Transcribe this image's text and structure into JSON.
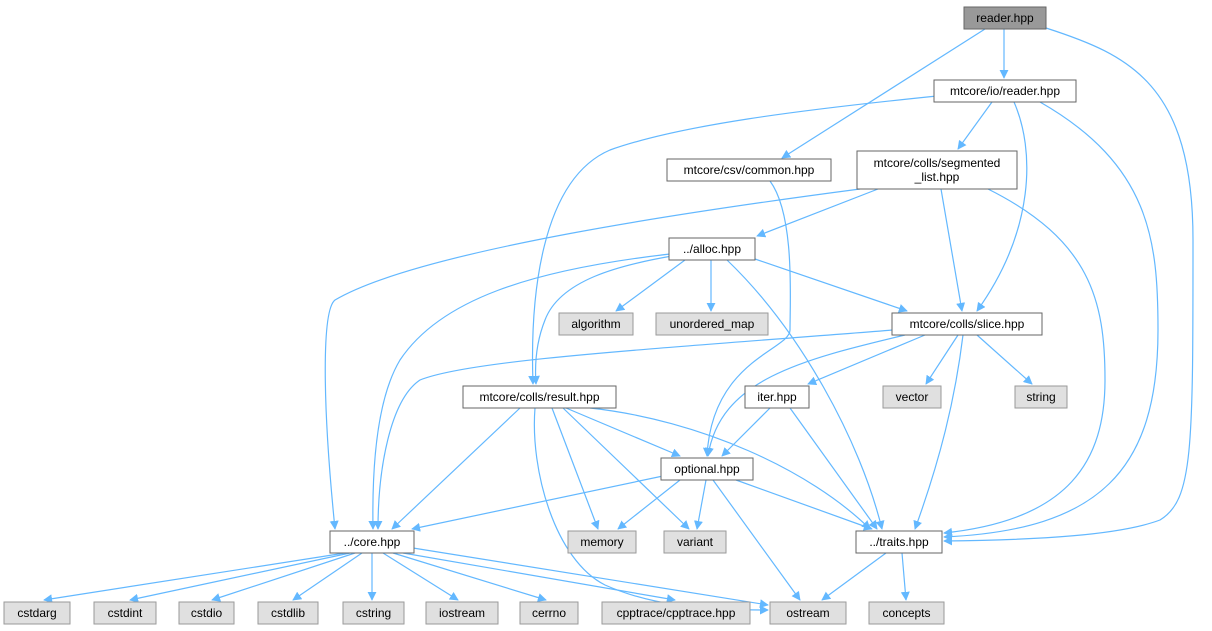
{
  "diagram": {
    "colors": {
      "edge": "#63b8ff",
      "root_fill": "#999999",
      "root_border": "#666666",
      "local_fill": "#ffffff",
      "local_border": "#666666",
      "system_fill": "#e0e0e0",
      "system_border": "#999999"
    },
    "nodes": [
      {
        "id": "reader",
        "label": "reader.hpp",
        "kind": "root"
      },
      {
        "id": "io_reader",
        "label": "mtcore/io/reader.hpp",
        "kind": "local"
      },
      {
        "id": "csv_common",
        "label": "mtcore/csv/common.hpp",
        "kind": "local"
      },
      {
        "id": "seg_list",
        "label": "mtcore/colls/segmented\n_list.hpp",
        "kind": "local"
      },
      {
        "id": "alloc",
        "label": "../alloc.hpp",
        "kind": "local"
      },
      {
        "id": "algorithm",
        "label": "algorithm",
        "kind": "system"
      },
      {
        "id": "unordered_map",
        "label": "unordered_map",
        "kind": "system"
      },
      {
        "id": "slice",
        "label": "mtcore/colls/slice.hpp",
        "kind": "local"
      },
      {
        "id": "result",
        "label": "mtcore/colls/result.hpp",
        "kind": "local"
      },
      {
        "id": "iter",
        "label": "iter.hpp",
        "kind": "local"
      },
      {
        "id": "vector",
        "label": "vector",
        "kind": "system"
      },
      {
        "id": "string",
        "label": "string",
        "kind": "system"
      },
      {
        "id": "optional",
        "label": "optional.hpp",
        "kind": "local"
      },
      {
        "id": "core",
        "label": "../core.hpp",
        "kind": "local"
      },
      {
        "id": "memory",
        "label": "memory",
        "kind": "system"
      },
      {
        "id": "variant",
        "label": "variant",
        "kind": "system"
      },
      {
        "id": "traits",
        "label": "../traits.hpp",
        "kind": "local"
      },
      {
        "id": "cstdarg",
        "label": "cstdarg",
        "kind": "system"
      },
      {
        "id": "cstdint",
        "label": "cstdint",
        "kind": "system"
      },
      {
        "id": "cstdio",
        "label": "cstdio",
        "kind": "system"
      },
      {
        "id": "cstdlib",
        "label": "cstdlib",
        "kind": "system"
      },
      {
        "id": "cstring",
        "label": "cstring",
        "kind": "system"
      },
      {
        "id": "iostream",
        "label": "iostream",
        "kind": "system"
      },
      {
        "id": "cerrno",
        "label": "cerrno",
        "kind": "system"
      },
      {
        "id": "cpptrace",
        "label": "cpptrace/cpptrace.hpp",
        "kind": "system"
      },
      {
        "id": "ostream",
        "label": "ostream",
        "kind": "system"
      },
      {
        "id": "concepts",
        "label": "concepts",
        "kind": "system"
      }
    ],
    "edges": [
      {
        "from": "reader",
        "to": "io_reader"
      },
      {
        "from": "reader",
        "to": "csv_common"
      },
      {
        "from": "reader",
        "to": "traits"
      },
      {
        "from": "io_reader",
        "to": "seg_list"
      },
      {
        "from": "io_reader",
        "to": "slice"
      },
      {
        "from": "io_reader",
        "to": "result"
      },
      {
        "from": "io_reader",
        "to": "traits"
      },
      {
        "from": "csv_common",
        "to": "optional"
      },
      {
        "from": "seg_list",
        "to": "alloc"
      },
      {
        "from": "seg_list",
        "to": "slice"
      },
      {
        "from": "seg_list",
        "to": "core"
      },
      {
        "from": "seg_list",
        "to": "traits"
      },
      {
        "from": "alloc",
        "to": "algorithm"
      },
      {
        "from": "alloc",
        "to": "unordered_map"
      },
      {
        "from": "alloc",
        "to": "slice"
      },
      {
        "from": "alloc",
        "to": "result"
      },
      {
        "from": "alloc",
        "to": "core"
      },
      {
        "from": "alloc",
        "to": "traits"
      },
      {
        "from": "slice",
        "to": "vector"
      },
      {
        "from": "slice",
        "to": "string"
      },
      {
        "from": "slice",
        "to": "iter"
      },
      {
        "from": "slice",
        "to": "optional"
      },
      {
        "from": "slice",
        "to": "core"
      },
      {
        "from": "slice",
        "to": "traits"
      },
      {
        "from": "result",
        "to": "optional"
      },
      {
        "from": "result",
        "to": "core"
      },
      {
        "from": "result",
        "to": "memory"
      },
      {
        "from": "result",
        "to": "variant"
      },
      {
        "from": "result",
        "to": "traits"
      },
      {
        "from": "result",
        "to": "ostream"
      },
      {
        "from": "iter",
        "to": "optional"
      },
      {
        "from": "iter",
        "to": "traits"
      },
      {
        "from": "optional",
        "to": "core"
      },
      {
        "from": "optional",
        "to": "memory"
      },
      {
        "from": "optional",
        "to": "variant"
      },
      {
        "from": "optional",
        "to": "traits"
      },
      {
        "from": "optional",
        "to": "ostream"
      },
      {
        "from": "core",
        "to": "cstdarg"
      },
      {
        "from": "core",
        "to": "cstdint"
      },
      {
        "from": "core",
        "to": "cstdio"
      },
      {
        "from": "core",
        "to": "cstdlib"
      },
      {
        "from": "core",
        "to": "cstring"
      },
      {
        "from": "core",
        "to": "iostream"
      },
      {
        "from": "core",
        "to": "cerrno"
      },
      {
        "from": "core",
        "to": "cpptrace"
      },
      {
        "from": "core",
        "to": "ostream"
      },
      {
        "from": "traits",
        "to": "ostream"
      },
      {
        "from": "traits",
        "to": "concepts"
      }
    ]
  }
}
